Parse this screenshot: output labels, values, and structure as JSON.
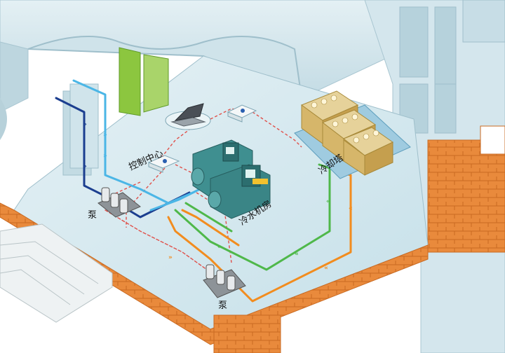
{
  "labels": {
    "control_center": "控制中心",
    "chiller_room": "冷水机房",
    "cooling_tower": "冷却塔",
    "pump_left": "泵",
    "pump_bottom": "泵"
  },
  "colors": {
    "floor": "#d6e9ef",
    "wall_glass": "#c9dee6",
    "brick": "#e98a3c",
    "pipe_dark_blue": "#1b3e8f",
    "pipe_light_blue": "#4bb6e6",
    "pipe_green": "#4fb84a",
    "pipe_orange": "#f28c1e",
    "pipe_red_dashed": "#e0504a",
    "door_green": "#8cc63f"
  }
}
